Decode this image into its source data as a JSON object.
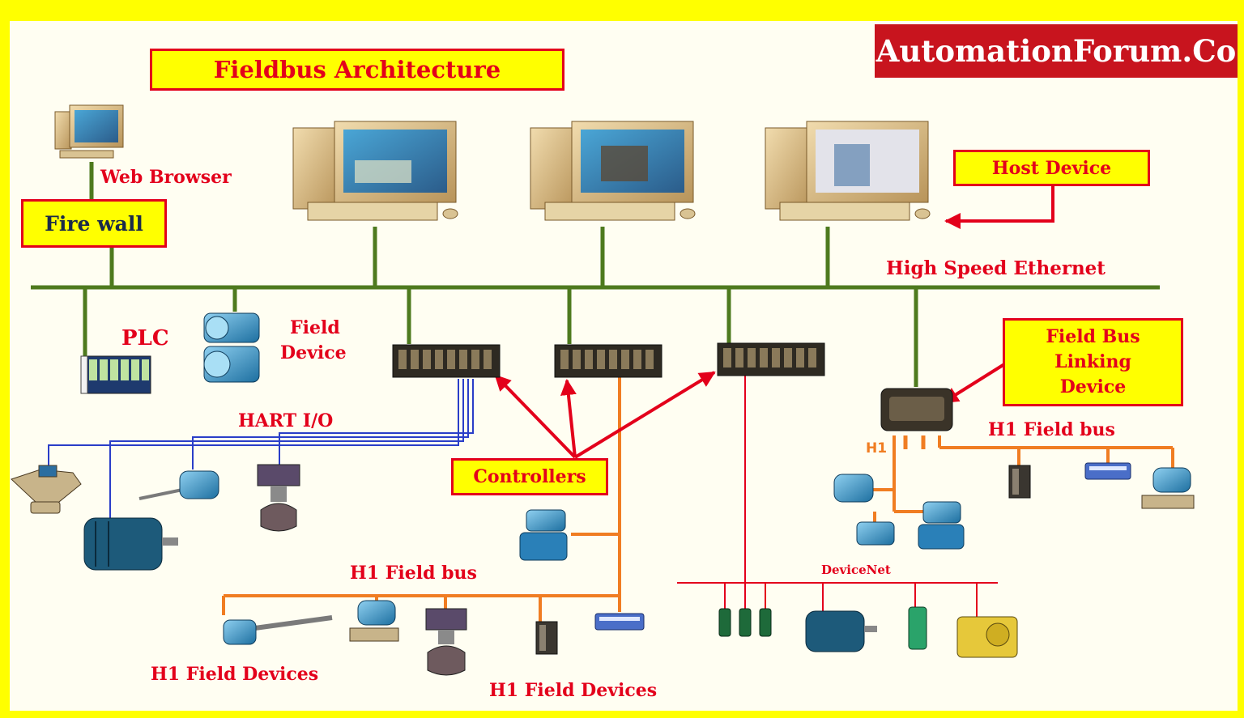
{
  "brand": "AutomationForum.Co",
  "title": "Fieldbus Architecture",
  "labels": {
    "web_browser": "Web Browser",
    "fire_wall": "Fire wall",
    "host_device": "Host Device",
    "high_speed_ethernet": "High Speed Ethernet",
    "plc": "PLC",
    "field_device_1": "Field",
    "field_device_2": "Device",
    "hart_io": "HART I/O",
    "controllers": "Controllers",
    "linking_1": "Field Bus",
    "linking_2": "Linking",
    "linking_3": "Device",
    "h1_field_bus_right": "H1 Field bus",
    "h1_short": "H1",
    "h1_field_bus_mid": "H1 Field bus",
    "devicenet": "DeviceNet",
    "h1_field_devices_left": "H1 Field Devices",
    "h1_field_devices_right": "H1 Field Devices"
  },
  "colors": {
    "background": "#ffff00",
    "accent_red": "#e3001b",
    "ethernet_green": "#4e7a1e",
    "h1_orange": "#f07d22",
    "hart_blue": "#2a3ec8",
    "brand_bg": "#c8141e"
  }
}
